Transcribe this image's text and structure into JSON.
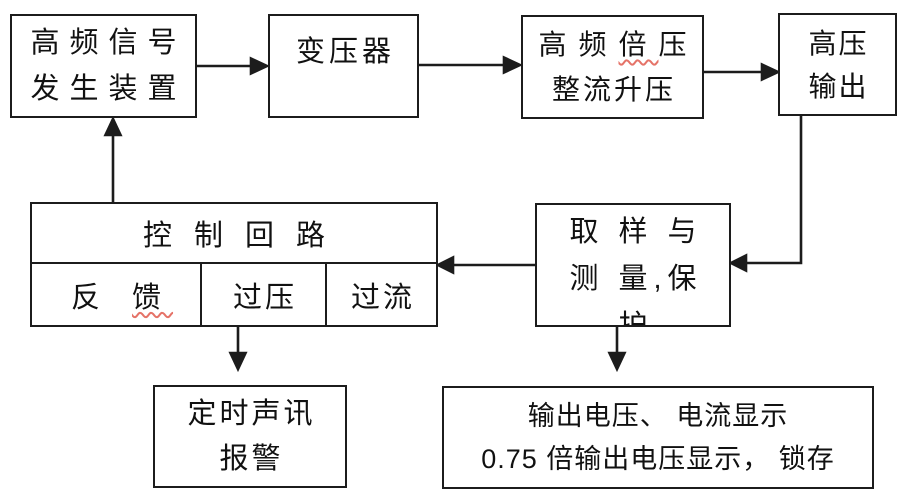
{
  "colors": {
    "background": "#ffffff",
    "line": "#1c1c1c",
    "text": "#111111",
    "misspell": "#e57368"
  },
  "boxes": {
    "hf_signal": {
      "line1": "高频信号",
      "line2": "发生装置"
    },
    "transformer": {
      "label": "变压器"
    },
    "hf_doubler": {
      "line1_pre": "高频",
      "line1_mis": "倍",
      "line1_post": "压",
      "line2": "整流升压"
    },
    "hv_output": {
      "line1": "高压",
      "line2": "输出"
    },
    "control": {
      "header": "控制回路",
      "feedback_pre": "反 ",
      "feedback_mis": "馈",
      "overvoltage": "过压",
      "overcurrent": "过流"
    },
    "sampling": {
      "line1": "取 样 与",
      "line2": "测 量,保",
      "line3": "护"
    },
    "alarm": {
      "line1": "定时声讯",
      "line2": "报警"
    },
    "display": {
      "line1": "输出电压、 电流显示",
      "line2": "0.75 倍输出电压显示， 锁存"
    }
  },
  "edges": [
    {
      "from": "hf-signal-generator",
      "to": "transformer"
    },
    {
      "from": "transformer",
      "to": "hf-doubler-rectifier"
    },
    {
      "from": "hf-doubler-rectifier",
      "to": "hv-output"
    },
    {
      "from": "hv-output",
      "to": "sampling-measure-protect"
    },
    {
      "from": "sampling-measure-protect",
      "to": "control-loop"
    },
    {
      "from": "control-loop",
      "to": "hf-signal-generator"
    },
    {
      "from": "control-overvoltage",
      "to": "timed-audio-alarm"
    },
    {
      "from": "sampling-measure-protect",
      "to": "output-display"
    }
  ]
}
